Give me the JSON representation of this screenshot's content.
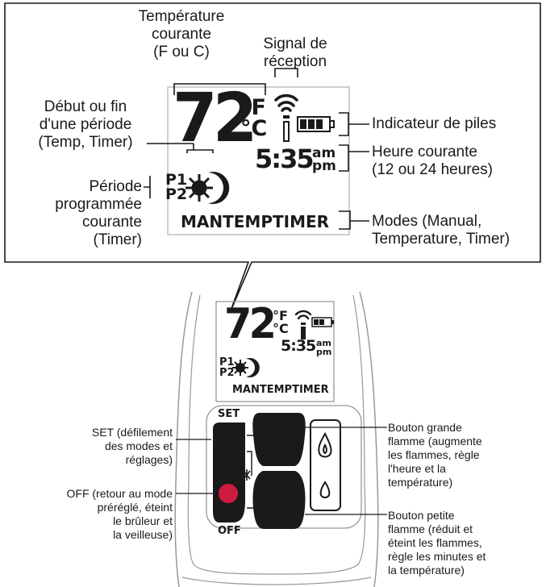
{
  "callouts": {
    "current_temp": [
      "Température",
      "courante",
      "(F ou C)"
    ],
    "signal": [
      "Signal de",
      "réception"
    ],
    "period_edge": [
      "Début ou fin",
      "d'une période",
      "(Temp, Timer)"
    ],
    "current_period": [
      "Période",
      "programmée",
      "courante",
      "(Timer)"
    ],
    "battery": [
      "Indicateur de piles"
    ],
    "current_time": [
      "Heure courante",
      "(12 ou 24 heures)"
    ],
    "modes": [
      "Modes (Manual,",
      "Temperature, Timer)"
    ]
  },
  "lcd": {
    "temp": "72",
    "unit_f": "°F",
    "unit_c": "°C",
    "time": "5:35",
    "am": "am",
    "pm": "pm",
    "p1": "P1",
    "p2": "P2",
    "modes": "MANTEMPTIMER"
  },
  "remote": {
    "set_label": "SET",
    "off_label": "OFF"
  },
  "remote_callouts": {
    "set": [
      "SET (défilement",
      "des modes et",
      "réglages)"
    ],
    "off": [
      "OFF (retour au mode",
      "préréglé, éteint",
      "le brûleur et",
      "la veilleuse)"
    ],
    "big_flame": [
      "Bouton grande",
      "flamme (augmente",
      "les flammes, règle",
      "l'heure et la",
      "température)"
    ],
    "small_flame": [
      "Bouton petite",
      "flamme (réduit et",
      "éteint les flammes,",
      "règle les minutes et",
      "la température)"
    ]
  },
  "colors": {
    "off_dot": "#d01b40",
    "remote_outline": "#999999",
    "ink": "#1a1a1a"
  }
}
